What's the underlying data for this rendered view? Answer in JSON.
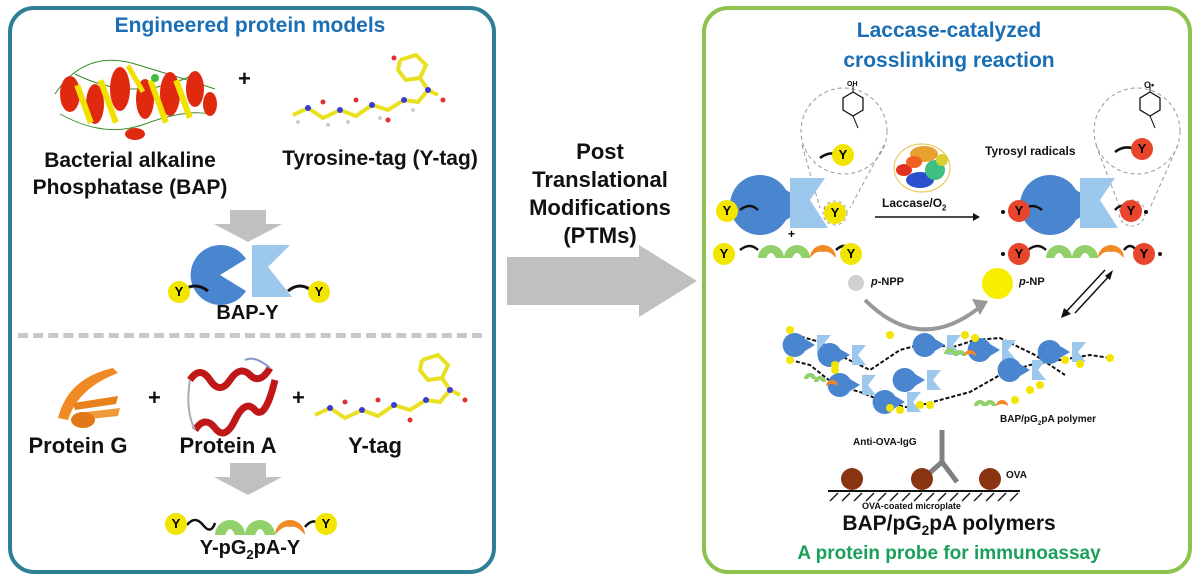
{
  "left_panel": {
    "title": "Engineered protein models",
    "bap_label_line1": "Bacterial alkaline",
    "bap_label_line2": "Phosphatase (BAP)",
    "ytag_label": "Tyrosine-tag (Y-tag)",
    "plus": "+",
    "bap_y_label": "BAP-Y",
    "protein_g_label": "Protein G",
    "protein_a_label": "Protein A",
    "ytag_short_label": "Y-tag",
    "fusion_label_pre": "Y-pG",
    "fusion_label_sub": "2",
    "fusion_label_post": "pA-Y",
    "tyrosine_letter": "Y"
  },
  "middle": {
    "line1": "Post",
    "line2": "Translational",
    "line3": "Modifications",
    "line4": "(PTMs)"
  },
  "right_panel": {
    "title_line1": "Laccase-catalyzed",
    "title_line2": "crosslinking reaction",
    "oh_label": "OH",
    "oradical_label": "O•",
    "tyrosyl_label": "Tyrosyl radicals",
    "laccase_label_pre": "Laccase/O",
    "laccase_label_sub": "2",
    "pnpp_label_italic": "p",
    "pnpp_label_rest": "-NPP",
    "pnp_label_italic": "p",
    "pnp_label_rest": "-NP",
    "polymer_label_pre": "BAP/pG",
    "polymer_label_sub": "2",
    "polymer_label_post": "pA  polymer",
    "antibody_label": "Anti-OVA-IgG",
    "ova_label": "OVA",
    "microplate_label": "OVA-coated microplate",
    "bottom_title_pre": "BAP/pG",
    "bottom_title_sub": "2",
    "bottom_title_post": "pA polymers",
    "bottom_subtitle": "A protein probe for immunoassay"
  },
  "colors": {
    "left_border": "#2e7f96",
    "right_border": "#8dc24f",
    "title_blue": "#1a6fb4",
    "subtitle_green": "#1aa05a",
    "bap_dark": "#4a86d0",
    "bap_light": "#9cc8ee",
    "protein_g_green": "#92d06a",
    "protein_a_orange": "#f08a24",
    "tyrosine_yellow": "#f2e600",
    "radical_red": "#e8452c",
    "ova_brown": "#8a3512",
    "arrow_gray": "#c0c0c0"
  }
}
